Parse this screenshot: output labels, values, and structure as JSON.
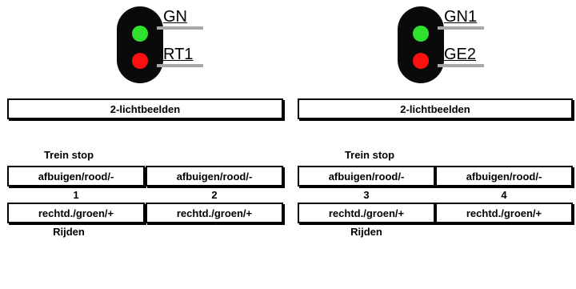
{
  "signals": [
    {
      "top_label": "GN",
      "bottom_label": "RT1",
      "title": "2-lichtbeelden",
      "stop_label": "Trein stop",
      "drive_label": "Rijden",
      "buttons": [
        {
          "upper": "afbuigen/rood/-",
          "number": "1",
          "lower": "rechtd./groen/+"
        },
        {
          "upper": "afbuigen/rood/-",
          "number": "2",
          "lower": "rechtd./groen/+"
        }
      ]
    },
    {
      "top_label": "GN1",
      "bottom_label": "GE2",
      "title": "2-lichtbeelden",
      "stop_label": "Trein stop",
      "drive_label": "Rijden",
      "buttons": [
        {
          "upper": "afbuigen/rood/-",
          "number": "3",
          "lower": "rechtd./groen/+"
        },
        {
          "upper": "afbuigen/rood/-",
          "number": "4",
          "lower": "rechtd./groen/+"
        }
      ]
    }
  ],
  "colors": {
    "lamp_top": "#2fe02f",
    "lamp_bottom": "#ff1010",
    "signal_body": "#0a0a0a",
    "lead_line": "#a8a8a8"
  }
}
